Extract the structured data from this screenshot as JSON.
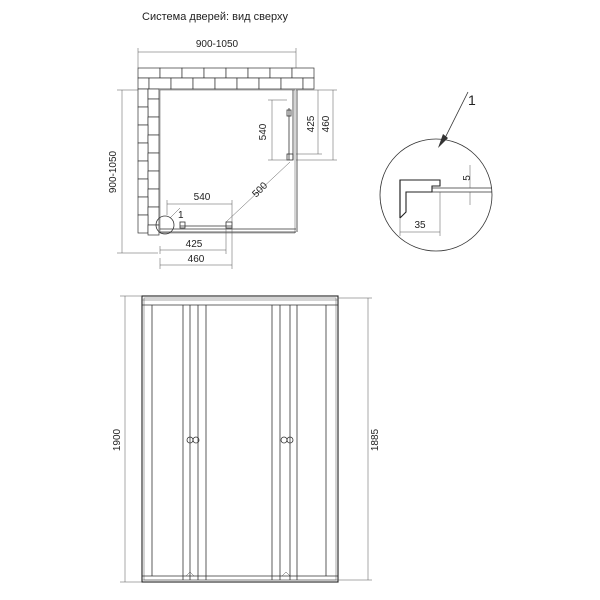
{
  "title": "Система дверей: вид сверху",
  "top_view": {
    "width_label": "900-1050",
    "depth_label": "900-1050",
    "door_len_top": "540",
    "door_len_right": "540",
    "diagonal_label": "500",
    "opening_bottom": "425",
    "panel_bottom": "460",
    "opening_right": "425",
    "panel_right": "460",
    "callout_small": "1"
  },
  "detail": {
    "callout": "1",
    "gap_label": "5",
    "profile_label": "35"
  },
  "front_view": {
    "height_total": "1900",
    "height_panel": "1885"
  },
  "colors": {
    "line": "#333333",
    "background": "#ffffff"
  }
}
